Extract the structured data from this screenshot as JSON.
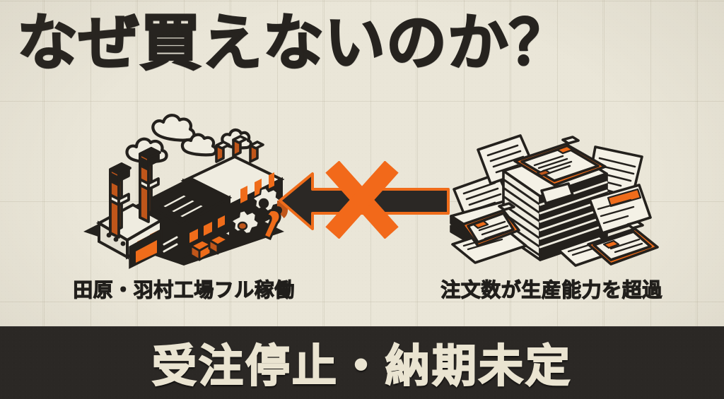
{
  "headline": {
    "text": "なぜ買えないのか？"
  },
  "panels": [
    {
      "id": "factory",
      "icon": "factory-icon",
      "caption": "田原・羽村工場フル稼働"
    },
    {
      "id": "orders",
      "icon": "document-stack-icon",
      "caption": "注文数が生産能力を超過"
    }
  ],
  "center": {
    "arrow_icon": "left-arrow-icon",
    "cross_icon": "cross-x-icon",
    "meaning": "blocked"
  },
  "banner": {
    "text": "受注停止・納期未定"
  },
  "colors": {
    "background": "#eae6d8",
    "ink": "#26231f",
    "banner_bg": "#2b2825",
    "banner_text": "#eae4d1",
    "accent_orange": "#ef6c1a",
    "accent_orange_dark": "#c0561a",
    "paper_white": "#f4f1e6"
  }
}
